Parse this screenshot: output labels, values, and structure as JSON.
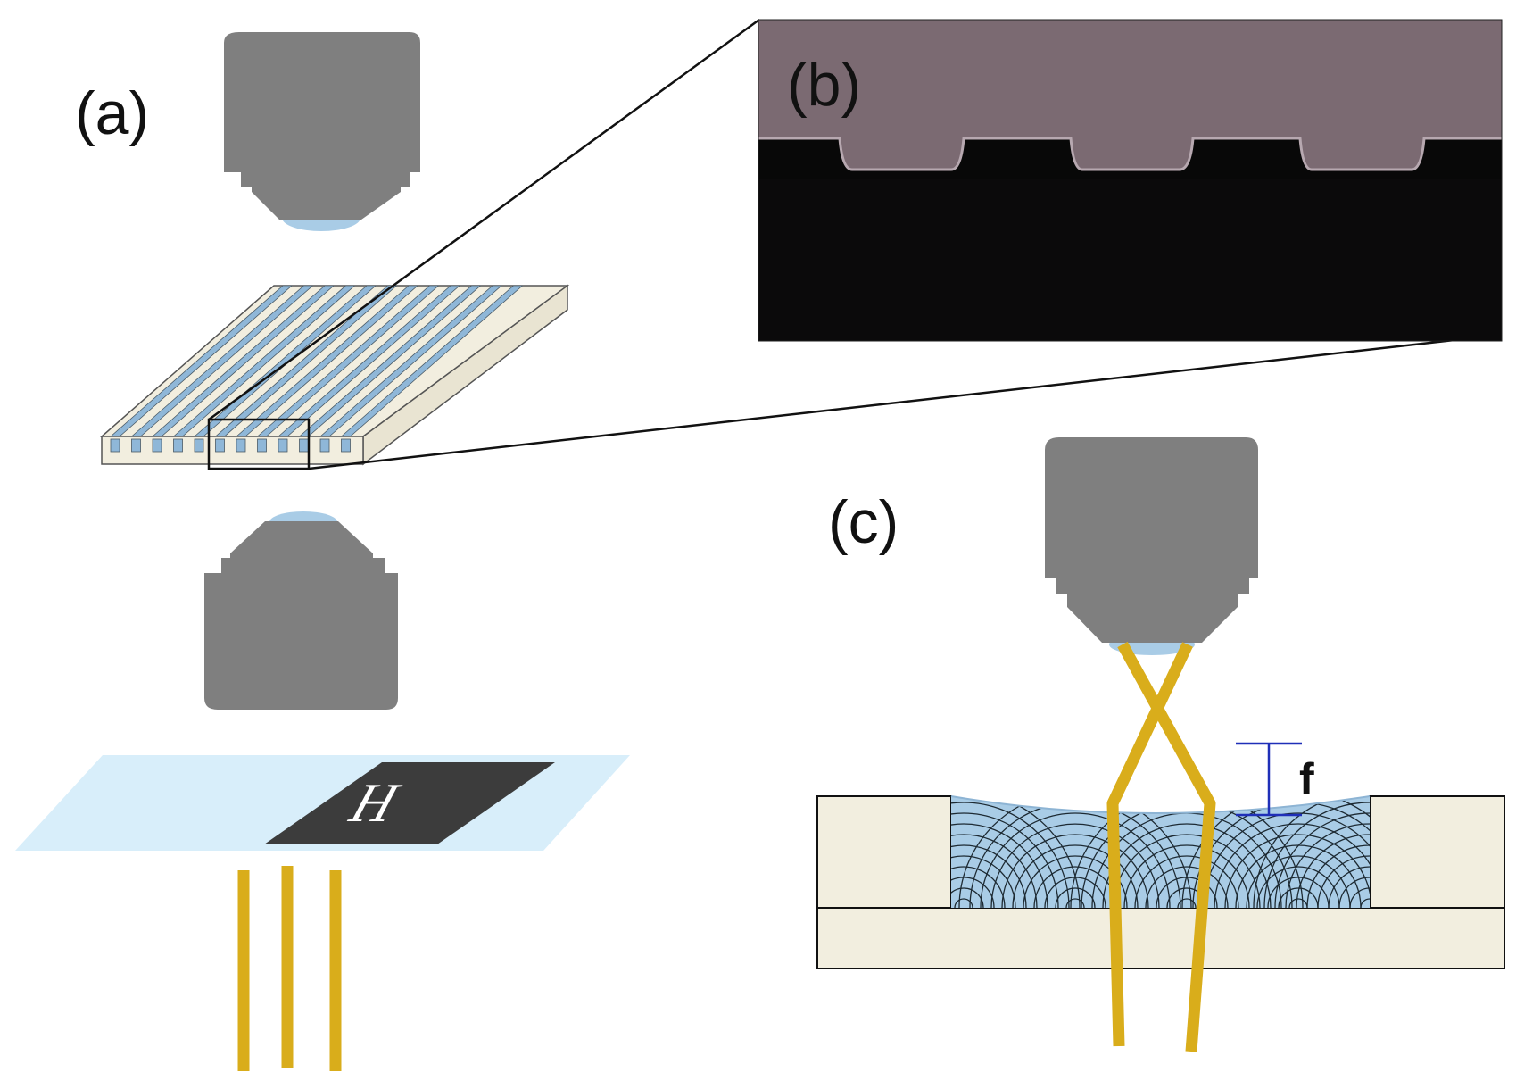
{
  "figure": {
    "panel_a": {
      "label": "(a)",
      "mask_left_letter": "H",
      "mask_right_letter": "H"
    },
    "panel_b": {
      "label": "(b)"
    },
    "panel_c": {
      "label": "(c)",
      "height_label": "f"
    }
  },
  "colors": {
    "objective_gray": "#7f7f7f",
    "immersion_blue": "#a9cce6",
    "substrate_cream": "#f2eedf",
    "channel_blue": "#8fb7d8",
    "laser_gold": "#d9ad1b",
    "mask_light": "#d8eefa",
    "mask_dark": "#3c3c3c",
    "micrograph_top": "#7b6a72",
    "micrograph_bottom": "#080808",
    "dimension_blue": "#1f2fb8"
  },
  "icons": [
    "objective-lens-icon",
    "laser-beam-icon",
    "photomask-icon",
    "grooved-substrate-icon"
  ]
}
